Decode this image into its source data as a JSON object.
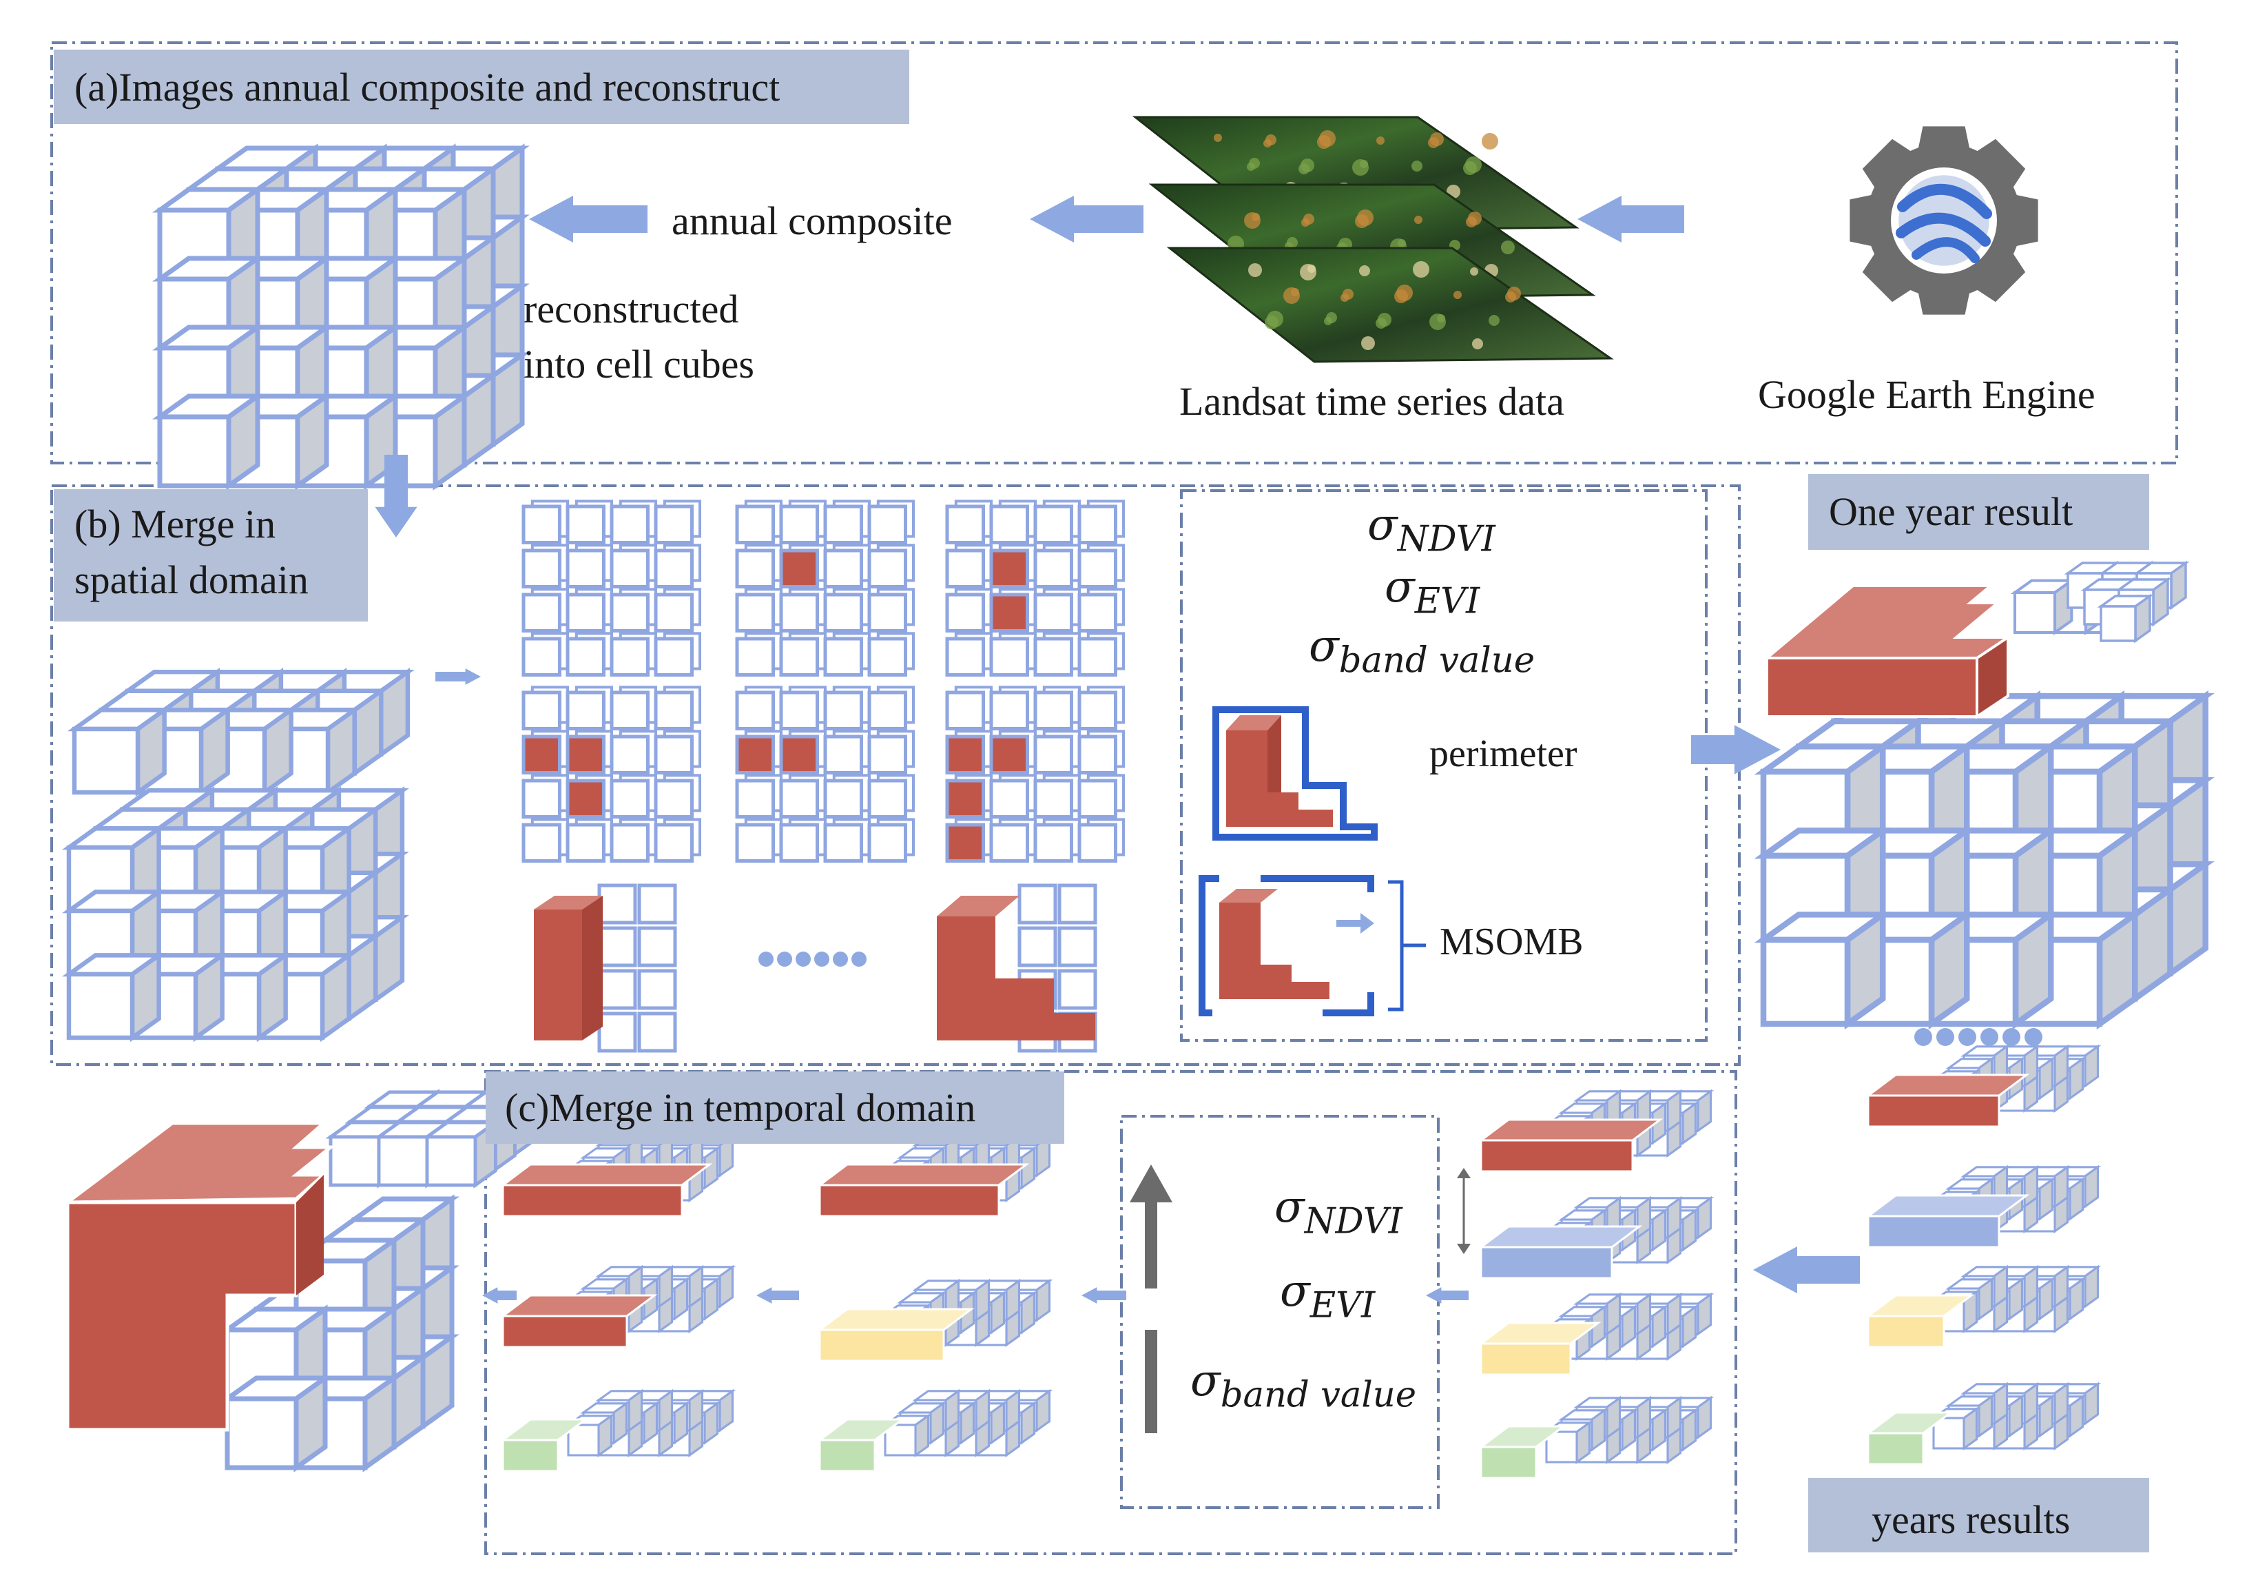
{
  "colors": {
    "cube_edge": "#8fa6e0",
    "cube_side": "#c8cdd6",
    "red": "#c0564a",
    "red_top": "#d38076",
    "blue_fill": "#9ab0e0",
    "yellow_fill": "#fbe5a0",
    "green_fill": "#bfe0b0",
    "arrow": "#8ea9e1",
    "dark_arrow": "#6b6b6b",
    "header_bg": "#b4c0d8",
    "border": "#6c7fa9"
  },
  "panel_a": {
    "title": "(a)Images annual composite and reconstruct",
    "annual_composite": "annual composite",
    "reconstructed_line1": "reconstructed",
    "reconstructed_line2": "into cell cubes",
    "landsat": "Landsat time series data",
    "gee": "Google Earth Engine",
    "gee_icon": "google-earth-engine-logo-icon",
    "landsat_icon": "satellite-image-stack-icon"
  },
  "panel_b": {
    "title_line1": "(b) Merge in",
    "title_line2": "spatial domain",
    "sigma": "σ",
    "ndvi": "NDVI",
    "evi": "EVI",
    "band_value": "band value",
    "perimeter": "perimeter",
    "msomb": "MSOMB"
  },
  "right": {
    "one_year": "One year result",
    "years_results": "years results"
  },
  "panel_c": {
    "title": "(c)Merge in temporal domain"
  }
}
